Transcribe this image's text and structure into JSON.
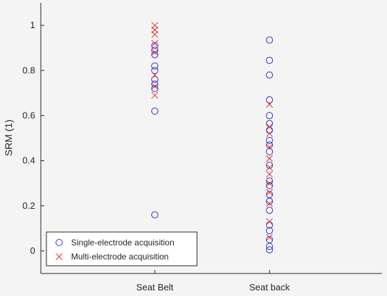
{
  "chart_data": {
    "type": "scatter",
    "title": "",
    "xlabel": "",
    "ylabel": "SRM (1)",
    "categories": [
      "Seat Belt",
      "Seat back"
    ],
    "ylim": [
      -0.1,
      1.1
    ],
    "yticks": [
      0,
      0.2,
      0.4,
      0.6,
      0.8,
      1
    ],
    "yticklabels": [
      "0",
      "0.2",
      "0.4",
      "0.6",
      "0.8",
      "1"
    ],
    "grid": false,
    "legend_position": "bottom-left",
    "series": [
      {
        "name": "Single-electrode acquisition",
        "marker": "circle",
        "color": "#3333cc",
        "points": [
          {
            "category": "Seat Belt",
            "values": [
              0.91,
              0.89,
              0.87,
              0.82,
              0.8,
              0.76,
              0.74,
              0.72,
              0.62,
              0.16
            ]
          },
          {
            "category": "Seat back",
            "values": [
              0.935,
              0.845,
              0.78,
              0.67,
              0.6,
              0.565,
              0.535,
              0.49,
              0.47,
              0.44,
              0.38,
              0.31,
              0.29,
              0.25,
              0.22,
              0.18,
              0.115,
              0.09,
              0.05,
              0.02,
              0.005
            ]
          }
        ]
      },
      {
        "name": "Multi-electrode acquisition",
        "marker": "x",
        "color": "#e03030",
        "points": [
          {
            "category": "Seat Belt",
            "values": [
              1.0,
              0.98,
              0.96,
              0.92,
              0.88,
              0.78,
              0.73,
              0.69
            ]
          },
          {
            "category": "Seat back",
            "values": [
              0.65,
              0.55,
              0.52,
              0.46,
              0.41,
              0.37,
              0.34,
              0.3,
              0.26,
              0.21,
              0.13,
              0.06
            ]
          }
        ]
      }
    ]
  }
}
